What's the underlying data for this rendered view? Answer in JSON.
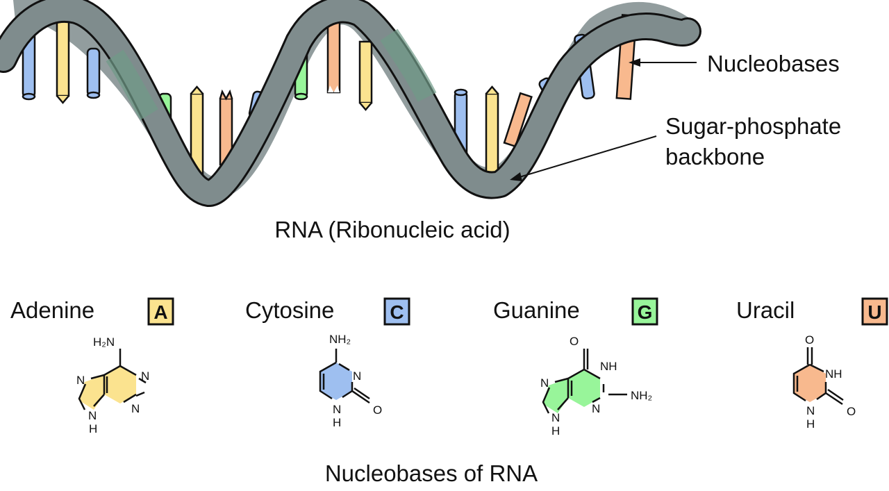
{
  "labels": {
    "nucleobases": "Nucleobases",
    "backbone_line1": "Sugar-phosphate",
    "backbone_line2": "backbone",
    "rna_caption": "RNA (Ribonucleic acid)",
    "bottom_caption": "Nucleobases of RNA"
  },
  "colors": {
    "adenine": "#fbe38f",
    "cytosine": "#9ebff0",
    "guanine": "#98f59a",
    "uracil": "#f8b98e",
    "backbone": "#7f8c8d",
    "backbone_green": "#6f9a88"
  },
  "bases": [
    {
      "name": "Adenine",
      "letter": "A"
    },
    {
      "name": "Cytosine",
      "letter": "C"
    },
    {
      "name": "Guanine",
      "letter": "G"
    },
    {
      "name": "Uracil",
      "letter": "U"
    }
  ],
  "atoms": {
    "adenine": {
      "nh2": "H₂N",
      "n1": "N",
      "n3": "N",
      "n7": "N",
      "n9": "N",
      "h9": "H"
    },
    "cytosine": {
      "nh2": "NH₂",
      "n3": "N",
      "n1": "N",
      "h1": "H",
      "o": "O"
    },
    "guanine": {
      "o": "O",
      "nh": "NH",
      "n3": "N",
      "n7": "N",
      "n9": "N",
      "h9": "H",
      "nh2": "NH₂"
    },
    "uracil": {
      "o4": "O",
      "nh": "NH",
      "n1": "N",
      "h1": "H",
      "o2": "O"
    }
  }
}
